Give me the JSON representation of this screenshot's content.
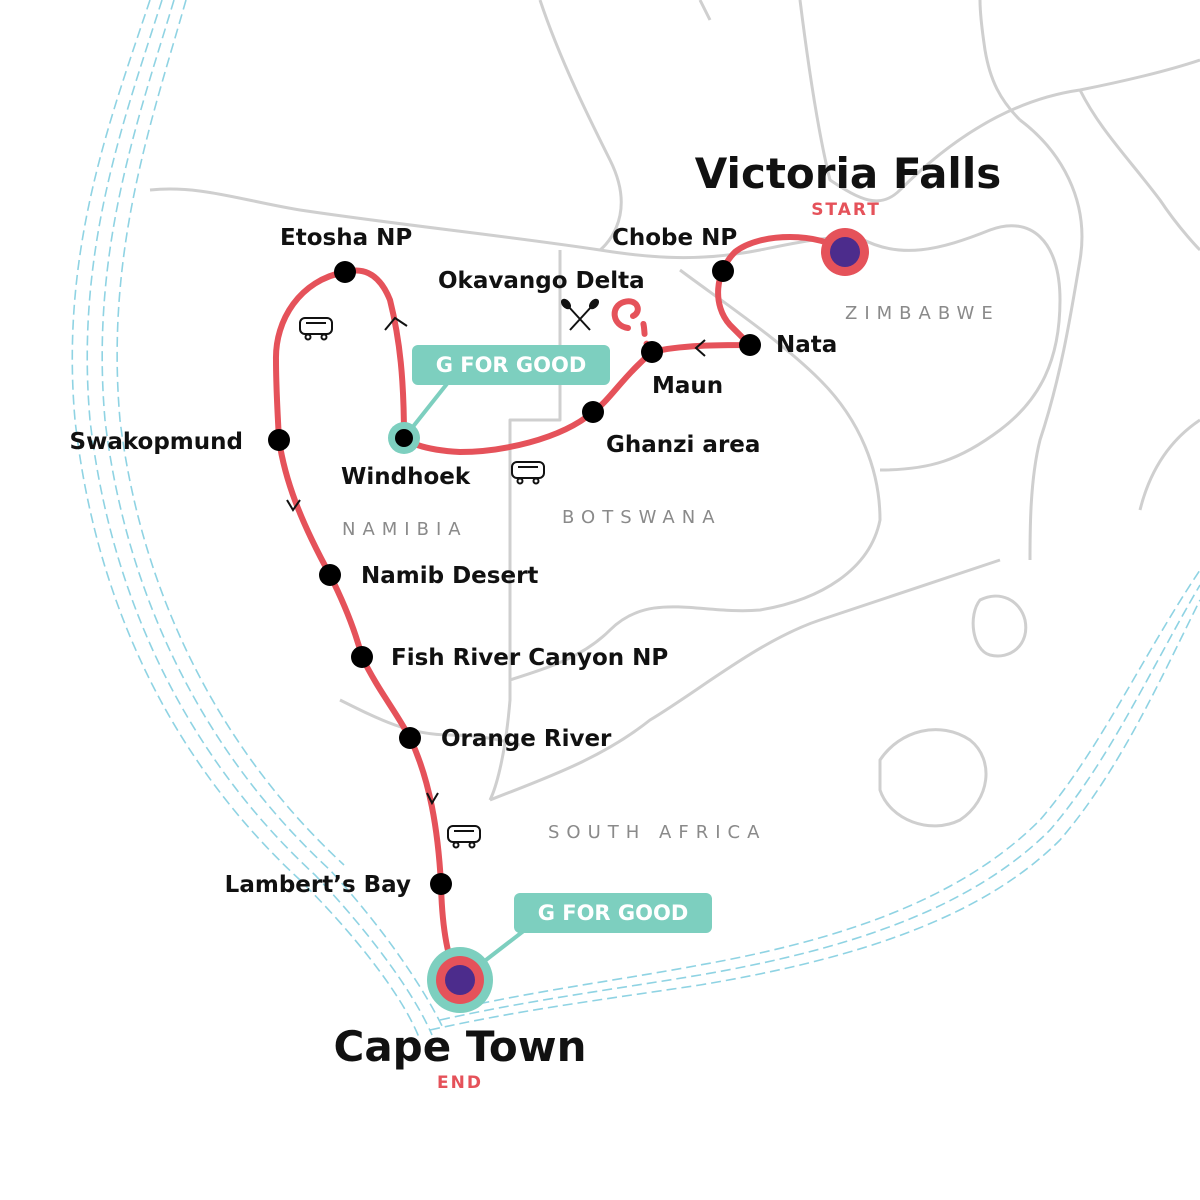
{
  "colors": {
    "route": "#e5525a",
    "stop": "#000000",
    "badge": "#7dcfbf",
    "endpoint_fill": "#4c2c8c",
    "border": "#cfcfcf",
    "coast": "#8fd3e3",
    "start_end_label": "#e5525a"
  },
  "labels": {
    "start_city": "Victoria Falls",
    "start_tag": "START",
    "end_city": "Cape Town",
    "end_tag": "END"
  },
  "stops": {
    "etosha": "Etosha NP",
    "chobe": "Chobe NP",
    "okavango": "Okavango Delta",
    "nata": "Nata",
    "maun": "Maun",
    "ghanzi": "Ghanzi area",
    "windhoek": "Windhoek",
    "swakopmund": "Swakopmund",
    "namib": "Namib Desert",
    "fish_river": "Fish River Canyon NP",
    "orange_river": "Orange River",
    "lamberts_bay": "Lambert’s Bay"
  },
  "countries": {
    "zimbabwe": "ZIMBABWE",
    "botswana": "BOTSWANA",
    "namibia": "NAMIBIA",
    "south_africa": "SOUTH AFRICA"
  },
  "badges": {
    "windhoek_badge": "G FOR GOOD",
    "capetown_badge": "G FOR GOOD"
  },
  "icons": {
    "transport": "bus-icon",
    "activity": "paddles-icon"
  }
}
